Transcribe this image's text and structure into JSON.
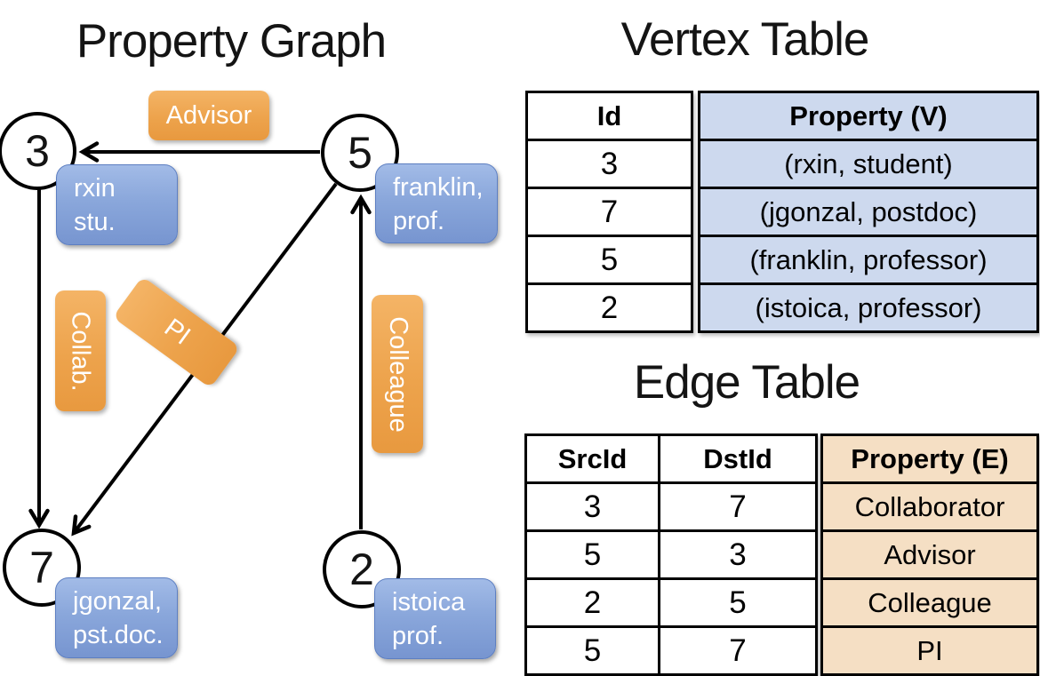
{
  "slide": {
    "graph_title": "Property Graph",
    "vertex_table_title": "Vertex Table",
    "edge_table_title": "Edge Table"
  },
  "graph": {
    "vertices": [
      {
        "id": "3",
        "property_lines": [
          "rxin",
          "stu."
        ]
      },
      {
        "id": "5",
        "property_lines": [
          "franklin,",
          "prof."
        ]
      },
      {
        "id": "7",
        "property_lines": [
          "jgonzal,",
          "pst.doc."
        ]
      },
      {
        "id": "2",
        "property_lines": [
          "istoica",
          "prof."
        ]
      }
    ],
    "edge_labels": {
      "advisor": "Advisor",
      "collab": "Collab.",
      "pi": "PI",
      "colleague": "Colleague"
    }
  },
  "vertex_table": {
    "columns": [
      "Id",
      "Property (V)"
    ],
    "rows": [
      [
        "3",
        "(rxin, student)"
      ],
      [
        "7",
        "(jgonzal, postdoc)"
      ],
      [
        "5",
        "(franklin, professor)"
      ],
      [
        "2",
        "(istoica, professor)"
      ]
    ]
  },
  "edge_table": {
    "columns": [
      "SrcId",
      "DstId",
      "Property (E)"
    ],
    "rows": [
      [
        "3",
        "7",
        "Collaborator"
      ],
      [
        "5",
        "3",
        "Advisor"
      ],
      [
        "2",
        "5",
        "Colleague"
      ],
      [
        "5",
        "7",
        "PI"
      ]
    ]
  },
  "colors": {
    "edge_label_orange": "#eda34c",
    "vertex_label_blue": "#7f9dd3",
    "vertex_table_fill": "#cdd9ee",
    "edge_table_fill": "#f5dfc4",
    "line_color": "#000000"
  }
}
